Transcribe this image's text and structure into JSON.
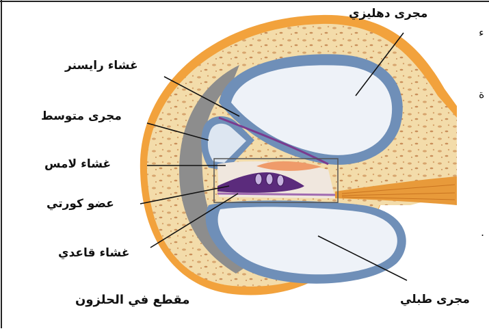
{
  "labels": {
    "scala_vestibuli": "مجرى دهليزي",
    "reissner_membrane": "غشاء رايسنر",
    "scala_media": "مجرى متوسط",
    "tectorial_membrane": "غشاء لامس",
    "organ_of_corti": "عضو كورتي",
    "basilar_membrane": "غشاء قاعدي",
    "scala_tympani": "مجرى طبلي",
    "caption": "مقطع في الحلزون"
  },
  "edge_marks": [
    "ء",
    "ة",
    "."
  ],
  "colors": {
    "bone": "#f2d9a4",
    "bone_spots": "#d9a066",
    "outer_rim": "#f0a640",
    "duct_blue": "#6e8fb6",
    "duct_inner": "#dfe8f3",
    "gray_wall": "#8a8a8a",
    "corti": "#5a2d7a",
    "tectorial": "#f0a070",
    "nerve": "#e49a3a"
  }
}
